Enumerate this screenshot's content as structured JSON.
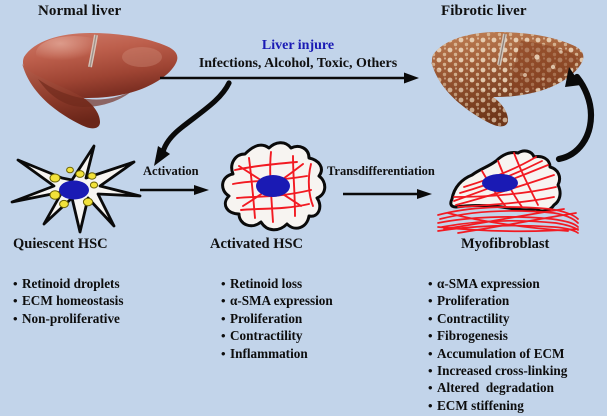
{
  "figure": {
    "background_color": "#c2d4ea",
    "headings": {
      "normal_liver": "Normal liver",
      "fibrotic_liver": "Fibrotic liver"
    },
    "injury": {
      "main_label": "Liver injure",
      "main_color": "#1a1ab4",
      "sub_label": "Infections, Alcohol, Toxic, Others"
    },
    "arrows": {
      "activation_label": "Activation",
      "transdifferentiation_label": "Transdifferentiation"
    },
    "stages": [
      {
        "id": "quiescent",
        "title": "Quiescent HSC",
        "features": [
          "Retinoid droplets",
          "ECM homeostasis",
          "Non-proliferative"
        ]
      },
      {
        "id": "activated",
        "title": "Activated HSC",
        "features": [
          "Retinoid loss",
          "α-SMA expression",
          "Proliferation",
          "Contractility",
          "Inflammation"
        ]
      },
      {
        "id": "myofibroblast",
        "title": "Myofibroblast",
        "features": [
          "α-SMA expression",
          "Proliferation",
          "Contractility",
          "Fibrogenesis",
          "Accumulation of ECM",
          "Increased cross-linking",
          "Altered  degradation",
          "ECM stiffening"
        ]
      }
    ],
    "colors": {
      "normal_liver": "#b4503f",
      "fibrotic_liver": "#a85a35",
      "nucleus": "#1a1ab4",
      "lipid_droplet": "#f2e23a",
      "stress_fiber": "#f21a22",
      "cell_body": "#f4f1ee",
      "outline": "#0a0a0a"
    }
  }
}
